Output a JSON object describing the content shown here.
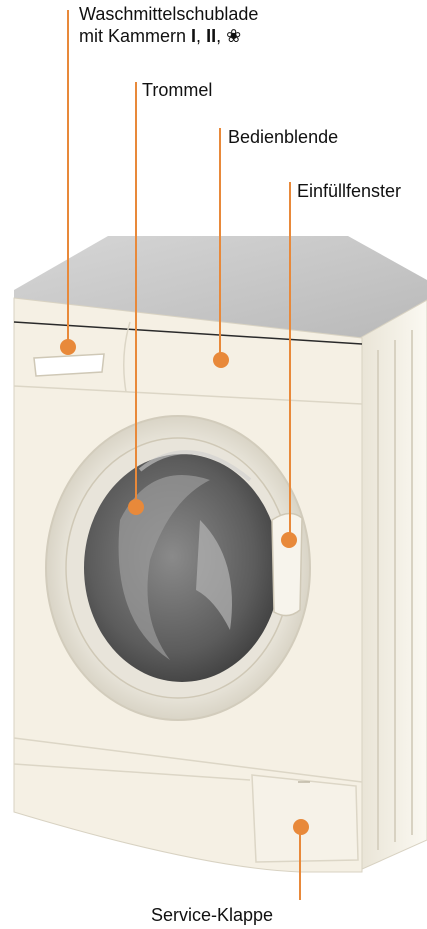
{
  "labels": {
    "detergent_drawer_line1": "Waschmittelschublade",
    "detergent_drawer_line2_prefix": "mit Kammern ",
    "chamber_1": "I",
    "chamber_sep_1": ", ",
    "chamber_2": "II",
    "chamber_sep_2": ", ",
    "chamber_softener_symbol": "❀",
    "drum": "Trommel",
    "control_panel": "Bedienblende",
    "loading_door": "Einfüllfenster",
    "service_flap": "Service-Klappe"
  },
  "colors": {
    "callout": "#e8893a",
    "body": "#f5f0e4",
    "top": "#c8c8c8",
    "drum": "#6b6b6b"
  }
}
